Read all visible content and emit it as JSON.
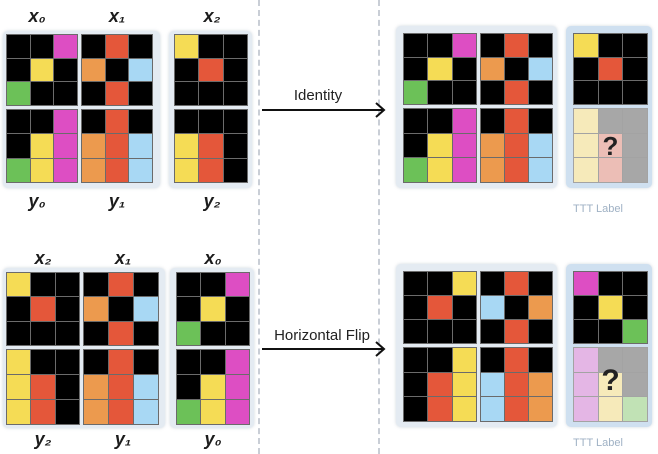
{
  "colors": {
    "K": "#000000",
    "M": "#dd4ec3",
    "Y": "#f5dc55",
    "R": "#e4573a",
    "O": "#ec9a4e",
    "B": "#a8d8f4",
    "G": "#6cc158",
    "Qy": "#f0de90",
    "Qg": "#727272",
    "Qr": "#e0968a",
    "Qm": "#d48ad6",
    "Qlg": "#9cd088"
  },
  "row1": {
    "top_labels": [
      "x₀",
      "x₁",
      "x₂"
    ],
    "bottom_labels": [
      "y₀",
      "y₁",
      "y₂"
    ],
    "inputs": [
      [
        [
          "K",
          "K",
          "M"
        ],
        [
          "K",
          "Y",
          "K"
        ],
        [
          "G",
          "K",
          "K"
        ]
      ],
      [
        [
          "K",
          "R",
          "K"
        ],
        [
          "O",
          "K",
          "B"
        ],
        [
          "K",
          "R",
          "K"
        ]
      ],
      [
        [
          "Y",
          "K",
          "K"
        ],
        [
          "K",
          "R",
          "K"
        ],
        [
          "K",
          "K",
          "K"
        ]
      ]
    ],
    "outputs": [
      [
        [
          "K",
          "K",
          "M"
        ],
        [
          "K",
          "Y",
          "M"
        ],
        [
          "G",
          "Y",
          "M"
        ]
      ],
      [
        [
          "K",
          "R",
          "K"
        ],
        [
          "O",
          "R",
          "B"
        ],
        [
          "O",
          "R",
          "B"
        ]
      ],
      [
        [
          "K",
          "K",
          "K"
        ],
        [
          "Y",
          "R",
          "K"
        ],
        [
          "Y",
          "R",
          "K"
        ]
      ]
    ],
    "operation": "Identity",
    "result_inputs": [
      [
        [
          "K",
          "K",
          "M"
        ],
        [
          "K",
          "Y",
          "K"
        ],
        [
          "G",
          "K",
          "K"
        ]
      ],
      [
        [
          "K",
          "R",
          "K"
        ],
        [
          "O",
          "K",
          "B"
        ],
        [
          "K",
          "R",
          "K"
        ]
      ],
      [
        [
          "Y",
          "K",
          "K"
        ],
        [
          "K",
          "R",
          "K"
        ],
        [
          "K",
          "K",
          "K"
        ]
      ]
    ],
    "result_outputs": [
      [
        [
          "K",
          "K",
          "M"
        ],
        [
          "K",
          "Y",
          "M"
        ],
        [
          "G",
          "Y",
          "M"
        ]
      ],
      [
        [
          "K",
          "R",
          "K"
        ],
        [
          "O",
          "R",
          "B"
        ],
        [
          "O",
          "R",
          "B"
        ]
      ],
      [
        [
          "Qy",
          "Qg",
          "Qg"
        ],
        [
          "Qy",
          "Qr",
          "Qg"
        ],
        [
          "Qy",
          "Qr",
          "Qg"
        ]
      ]
    ],
    "query_mark": "?",
    "ttt_label": "TTT Label"
  },
  "row2": {
    "top_labels": [
      "x₂",
      "x₁",
      "x₀"
    ],
    "bottom_labels": [
      "y₂",
      "y₁",
      "y₀"
    ],
    "inputs": [
      [
        [
          "Y",
          "K",
          "K"
        ],
        [
          "K",
          "R",
          "K"
        ],
        [
          "K",
          "K",
          "K"
        ]
      ],
      [
        [
          "K",
          "R",
          "K"
        ],
        [
          "O",
          "K",
          "B"
        ],
        [
          "K",
          "R",
          "K"
        ]
      ],
      [
        [
          "K",
          "K",
          "M"
        ],
        [
          "K",
          "Y",
          "K"
        ],
        [
          "G",
          "K",
          "K"
        ]
      ]
    ],
    "outputs": [
      [
        [
          "Y",
          "K",
          "K"
        ],
        [
          "Y",
          "R",
          "K"
        ],
        [
          "Y",
          "R",
          "K"
        ]
      ],
      [
        [
          "K",
          "R",
          "K"
        ],
        [
          "O",
          "R",
          "B"
        ],
        [
          "O",
          "R",
          "B"
        ]
      ],
      [
        [
          "K",
          "K",
          "M"
        ],
        [
          "K",
          "Y",
          "M"
        ],
        [
          "G",
          "Y",
          "M"
        ]
      ]
    ],
    "operation": "Horizontal Flip",
    "result_inputs": [
      [
        [
          "K",
          "K",
          "Y"
        ],
        [
          "K",
          "R",
          "K"
        ],
        [
          "K",
          "K",
          "K"
        ]
      ],
      [
        [
          "K",
          "R",
          "K"
        ],
        [
          "B",
          "K",
          "O"
        ],
        [
          "K",
          "R",
          "K"
        ]
      ],
      [
        [
          "M",
          "K",
          "K"
        ],
        [
          "K",
          "Y",
          "K"
        ],
        [
          "K",
          "K",
          "G"
        ]
      ]
    ],
    "result_outputs": [
      [
        [
          "K",
          "K",
          "Y"
        ],
        [
          "K",
          "R",
          "Y"
        ],
        [
          "K",
          "R",
          "Y"
        ]
      ],
      [
        [
          "K",
          "R",
          "K"
        ],
        [
          "B",
          "R",
          "O"
        ],
        [
          "B",
          "R",
          "O"
        ]
      ],
      [
        [
          "Qm",
          "Qg",
          "Qg"
        ],
        [
          "Qm",
          "Qy",
          "Qg"
        ],
        [
          "Qm",
          "Qy",
          "Qlg"
        ]
      ]
    ],
    "query_mark": "?",
    "ttt_label": "TTT Label"
  }
}
